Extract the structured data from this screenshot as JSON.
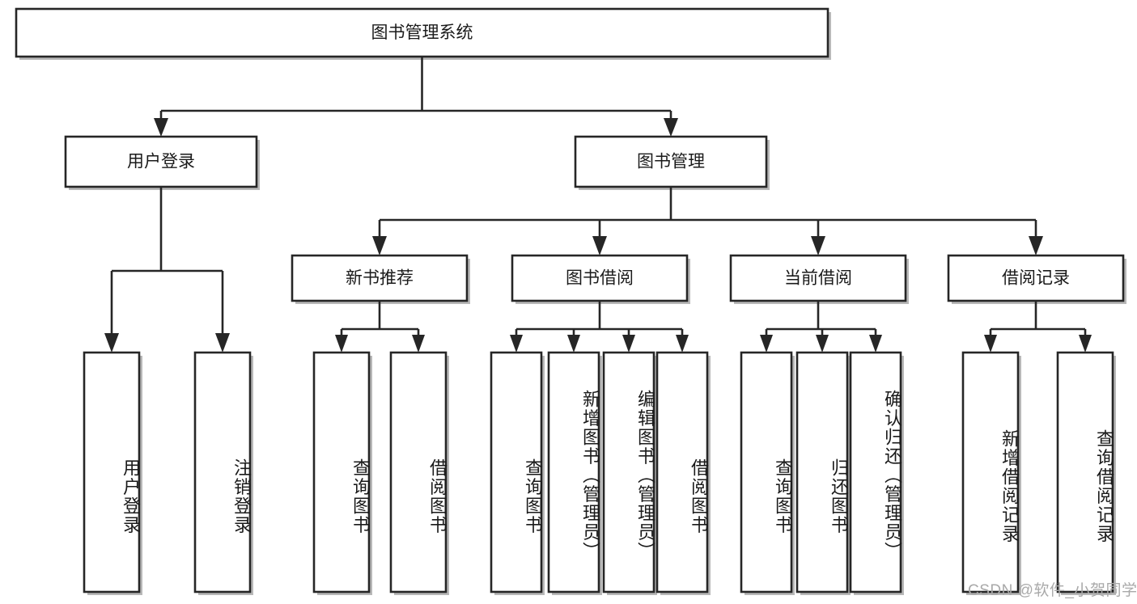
{
  "diagram": {
    "type": "tree",
    "title": "图书管理系统",
    "watermark": "CSDN @软件_小贺同学",
    "colors": {
      "box_stroke": "#262626",
      "box_fill": "#ffffff",
      "connector": "#262626",
      "text": "#1a1a1a",
      "watermark": "#a9a9a9",
      "background": "#ffffff"
    },
    "nodes": {
      "root": {
        "label": "图书管理系统",
        "level": 0,
        "orientation": "horizontal"
      },
      "l1": [
        {
          "id": "user-login",
          "label": "用户登录",
          "level": 1,
          "orientation": "horizontal"
        },
        {
          "id": "book-manage",
          "label": "图书管理",
          "level": 1,
          "orientation": "horizontal"
        }
      ],
      "l2": [
        {
          "id": "new-book-recommend",
          "label": "新书推荐",
          "level": 2,
          "orientation": "horizontal",
          "parent": "book-manage"
        },
        {
          "id": "book-borrow",
          "label": "图书借阅",
          "level": 2,
          "orientation": "horizontal",
          "parent": "book-manage"
        },
        {
          "id": "current-borrow",
          "label": "当前借阅",
          "level": 2,
          "orientation": "horizontal",
          "parent": "book-manage"
        },
        {
          "id": "borrow-record",
          "label": "借阅记录",
          "level": 2,
          "orientation": "horizontal",
          "parent": "book-manage"
        }
      ],
      "leaves": [
        {
          "id": "leaf-user-login",
          "label": "用户登录",
          "parent": "user-login",
          "orientation": "vertical"
        },
        {
          "id": "leaf-user-logout",
          "label": "注销登录",
          "parent": "user-login",
          "orientation": "vertical"
        },
        {
          "id": "leaf-query-book-1",
          "label": "查询图书",
          "parent": "new-book-recommend",
          "orientation": "vertical"
        },
        {
          "id": "leaf-borrow-book-1",
          "label": "借阅图书",
          "parent": "new-book-recommend",
          "orientation": "vertical"
        },
        {
          "id": "leaf-query-book-2",
          "label": "查询图书",
          "parent": "book-borrow",
          "orientation": "vertical"
        },
        {
          "id": "leaf-add-book",
          "label": "新增图书（管理员）",
          "parent": "book-borrow",
          "orientation": "vertical"
        },
        {
          "id": "leaf-edit-book",
          "label": "编辑图书（管理员）",
          "parent": "book-borrow",
          "orientation": "vertical"
        },
        {
          "id": "leaf-borrow-book-2",
          "label": "借阅图书",
          "parent": "book-borrow",
          "orientation": "vertical"
        },
        {
          "id": "leaf-query-book-3",
          "label": "查询图书",
          "parent": "current-borrow",
          "orientation": "vertical"
        },
        {
          "id": "leaf-return-book",
          "label": "归还图书",
          "parent": "current-borrow",
          "orientation": "vertical"
        },
        {
          "id": "leaf-confirm-return",
          "label": "确认归还（管理员）",
          "parent": "current-borrow",
          "orientation": "vertical"
        },
        {
          "id": "leaf-add-record",
          "label": "新增借阅记录",
          "parent": "borrow-record",
          "orientation": "vertical"
        },
        {
          "id": "leaf-query-record",
          "label": "查询借阅记录",
          "parent": "borrow-record",
          "orientation": "vertical"
        }
      ]
    }
  }
}
